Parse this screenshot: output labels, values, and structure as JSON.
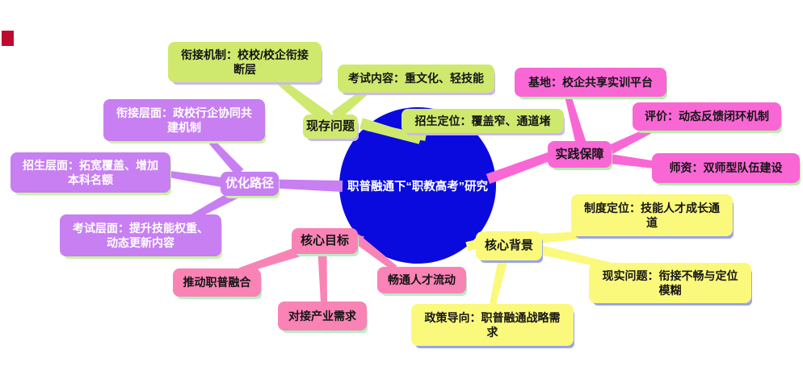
{
  "colors": {
    "center_bg": "#0a0adf",
    "center_text": "#ffffff",
    "green": "#cfe96e",
    "green_shadow": "#cbb8ea",
    "magenta": "#f967d5",
    "magenta_shadow": "#b2efa9",
    "purple": "#c77ff2",
    "purple_shadow": "#c9f2a2",
    "purple_text": "#ffffff",
    "rose": "#f983b5",
    "rose_shadow": "#b5eec6",
    "yellow": "#fbf97c",
    "yellow_shadow": "#9aa4ea",
    "marker_red": "#bf0a30"
  },
  "center": {
    "label": "职普融通下“职教高考”研究"
  },
  "branches": [
    {
      "label": "现存问题",
      "children": [
        {
          "label": "衔接机制：校校/校企衔接\n断层"
        },
        {
          "label": "考试内容：重文化、轻技能"
        },
        {
          "label": "招生定位：覆盖窄、通道堵"
        }
      ]
    },
    {
      "label": "实践保障",
      "children": [
        {
          "label": "基地：校企共享实训平台"
        },
        {
          "label": "评价：动态反馈闭环机制"
        },
        {
          "label": "师资：双师型队伍建设"
        }
      ]
    },
    {
      "label": "优化路径",
      "children": [
        {
          "label": "衔接层面：政校行企协同共\n建机制"
        },
        {
          "label": "招生层面：拓宽覆盖、增加\n本科名额"
        },
        {
          "label": "考试层面：提升技能权重、\n动态更新内容"
        }
      ]
    },
    {
      "label": "核心目标",
      "children": [
        {
          "label": "推动职普融合"
        },
        {
          "label": "对接产业需求"
        },
        {
          "label": "畅通人才流动"
        }
      ]
    },
    {
      "label": "核心背景",
      "children": [
        {
          "label": "制度定位：技能人才成长通\n道"
        },
        {
          "label": "现实问题：衔接不畅与定位\n模糊"
        },
        {
          "label": "政策导向：职普融通战略需\n求"
        }
      ]
    }
  ]
}
